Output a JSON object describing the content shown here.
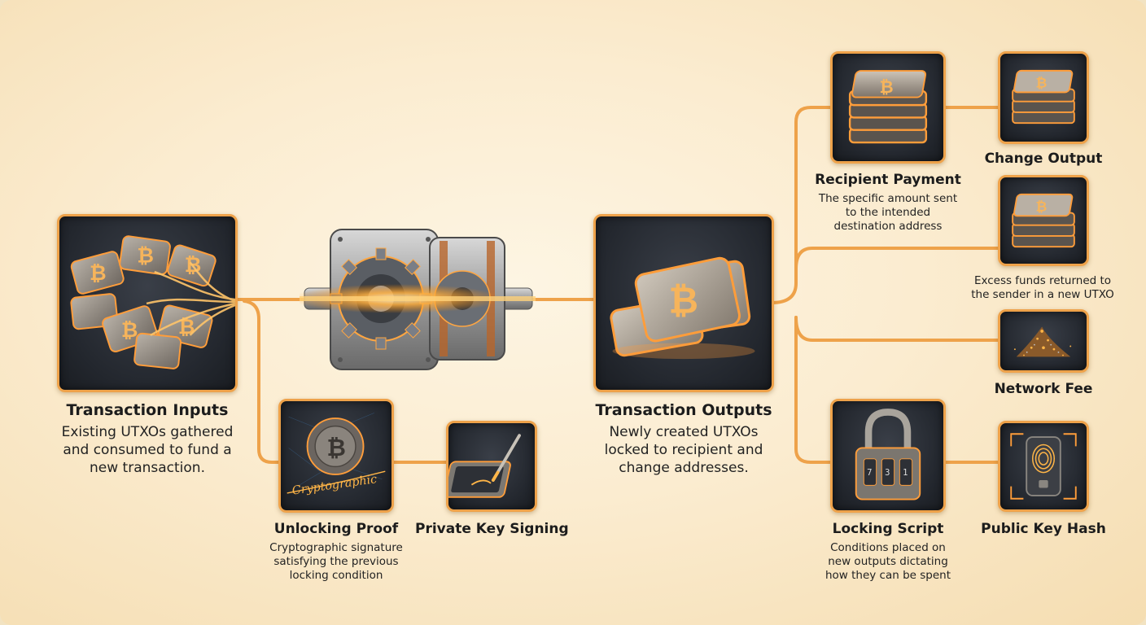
{
  "inputs": {
    "title": "Transaction Inputs",
    "desc_lines": [
      "Existing UTXOs gathered",
      "and consumed to fund a",
      "new transaction."
    ],
    "icon": "scattered-bitcoin-coins-icon"
  },
  "engine": {
    "icon": "gear-mechanism-icon"
  },
  "outputs": {
    "title": "Transaction Outputs",
    "desc_lines": [
      "Newly created UTXOs",
      "locked to recipient and",
      "change addresses."
    ],
    "icon": "bitcoin-tokens-icon"
  },
  "unlocking_proof": {
    "title": "Unlocking Proof",
    "desc_lines": [
      "Cryptographic signature",
      "satisfying the previous",
      "locking condition"
    ],
    "icon_text": "Cryptographic",
    "icon": "wax-seal-signature-icon"
  },
  "private_key_signing": {
    "title": "Private Key Signing",
    "icon": "stylus-tablet-icon"
  },
  "recipient_payment": {
    "title": "Recipient Payment",
    "desc_lines": [
      "The specific amount sent",
      "to the intended",
      "destination address"
    ],
    "icon": "bitcoin-stack-icon"
  },
  "change_output": {
    "title": "Change Output",
    "desc_lines": [
      "Excess funds returned to",
      "the sender in a new UTXO"
    ],
    "icon": "bitcoin-stack-icon"
  },
  "network_fee": {
    "title": "Network Fee",
    "icon": "dust-pile-icon"
  },
  "locking_script": {
    "title": "Locking Script",
    "desc_lines": [
      "Conditions placed on",
      "new outputs dictating",
      "how they can be spent"
    ],
    "icon": "padlock-icon"
  },
  "public_key_hash": {
    "title": "Public Key Hash",
    "icon": "fingerprint-device-icon"
  },
  "colors": {
    "accent": "#eea24a",
    "glow": "#ffb547",
    "tile": "#23272e",
    "text": "#1c1c1c"
  }
}
